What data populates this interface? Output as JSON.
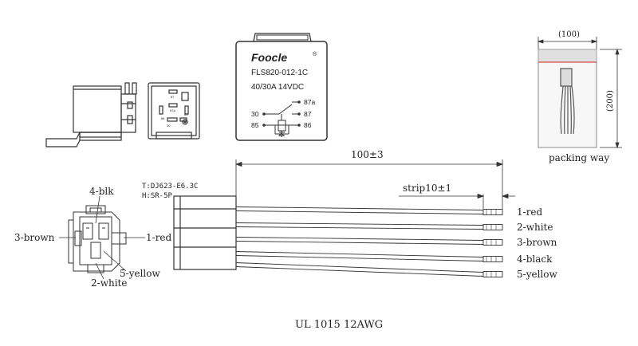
{
  "relay_label": {
    "brand": "Foocle",
    "trademark": "®",
    "model": "FLS820-012-1C",
    "rating": "40/30A  14VDC",
    "pins": {
      "p87a": "87a",
      "p30": "30",
      "p87": "87",
      "p85": "85",
      "p86": "86"
    }
  },
  "relay_bottom_pins": {
    "p87": "87",
    "p87a": "87a",
    "p86": "86",
    "p30": "30",
    "p85": "85"
  },
  "packing": {
    "width_dim": "(100)",
    "height_dim": "(200)",
    "caption": "packing way"
  },
  "cable": {
    "length_dim": "100±3",
    "strip_dim": "strip10±1",
    "terminal_spec_1": "T:DJ623-E6.3C",
    "terminal_spec_2": "H:SR-5P",
    "wire_spec": "UL 1015 12AWG"
  },
  "wires": [
    {
      "label": "1-red"
    },
    {
      "label": "2-white"
    },
    {
      "label": "3-brown"
    },
    {
      "label": "4-black"
    },
    {
      "label": "5-yellow"
    }
  ],
  "connector_labels": {
    "blk": "4-blk",
    "brown": "3-brown",
    "red": "1-red",
    "yellow": "5-yellow",
    "white": "2-white"
  }
}
